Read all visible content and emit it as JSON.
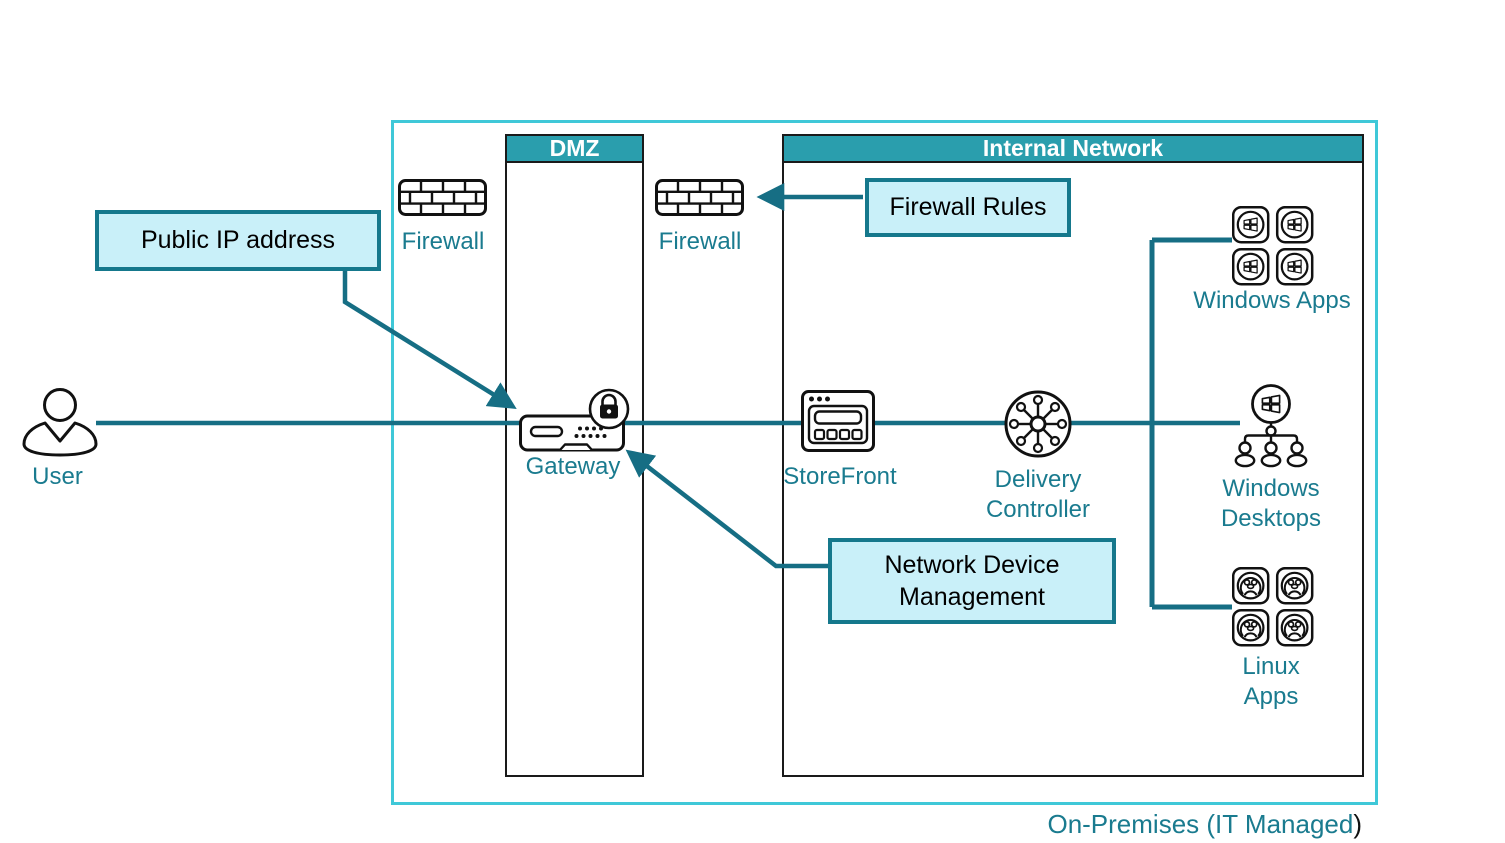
{
  "zones": {
    "on_premises": {
      "label": "On-Premises (IT Managed",
      "label_suffix": ")"
    },
    "dmz": {
      "label": "DMZ"
    },
    "internal": {
      "label": "Internal Network"
    }
  },
  "callouts": {
    "public_ip": {
      "label": "Public IP address"
    },
    "firewall_rules": {
      "label": "Firewall Rules"
    },
    "network_device_management": {
      "label": "Network Device Management"
    }
  },
  "nodes": {
    "user": {
      "label": "User",
      "icon": "user-icon"
    },
    "firewall_outer": {
      "label": "Firewall",
      "icon": "firewall-brick-icon"
    },
    "firewall_inner": {
      "label": "Firewall",
      "icon": "firewall-brick-icon"
    },
    "gateway": {
      "label": "Gateway",
      "icon": "gateway-appliance-lock-icon"
    },
    "storefront": {
      "label": "StoreFront",
      "icon": "browser-window-icon"
    },
    "delivery_controller": {
      "label": "Delivery Controller",
      "icon": "hub-spoke-icon"
    },
    "windows_apps": {
      "label": "Windows Apps",
      "icon": "windows-app-tiles-icon"
    },
    "windows_desktops": {
      "label": "Windows Desktops",
      "icon": "windows-desktops-tree-icon"
    },
    "linux_apps": {
      "label": "Linux Apps",
      "icon": "linux-app-tiles-icon"
    }
  },
  "colors": {
    "outer_border": "#3FC8D8",
    "zone_header_fill": "#2A9EAD",
    "zone_header_text": "#FFFFFF",
    "connector": "#166E84",
    "callout_fill": "#C9F0F9",
    "callout_border": "#15788C",
    "label_text": "#1A7B8F",
    "icon_stroke": "#111111"
  }
}
